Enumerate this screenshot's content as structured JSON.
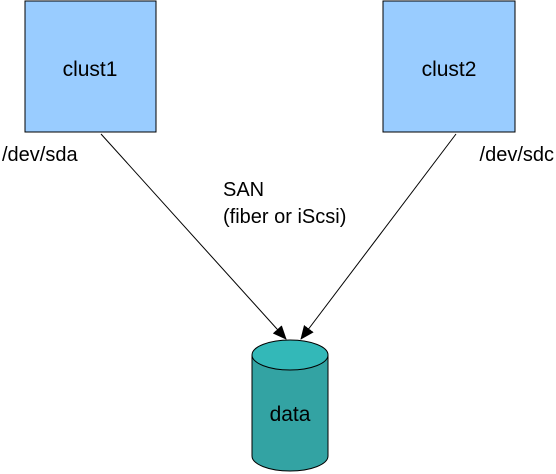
{
  "nodes": {
    "clust1": {
      "label": "clust1",
      "shape": "rectangle",
      "fill": "#99ccff",
      "stroke": "#000000"
    },
    "clust2": {
      "label": "clust2",
      "shape": "rectangle",
      "fill": "#99ccff",
      "stroke": "#000000"
    },
    "data": {
      "label": "data",
      "shape": "cylinder",
      "fill": "#33a3a3",
      "top_fill": "#33b8b8",
      "stroke": "#000000"
    }
  },
  "edges": [
    {
      "from": "clust1",
      "to": "data",
      "label": "/dev/sda"
    },
    {
      "from": "clust2",
      "to": "data",
      "label": "/dev/sdc"
    }
  ],
  "connection": {
    "title": "SAN",
    "subtitle": "(fiber or iScsi)"
  }
}
